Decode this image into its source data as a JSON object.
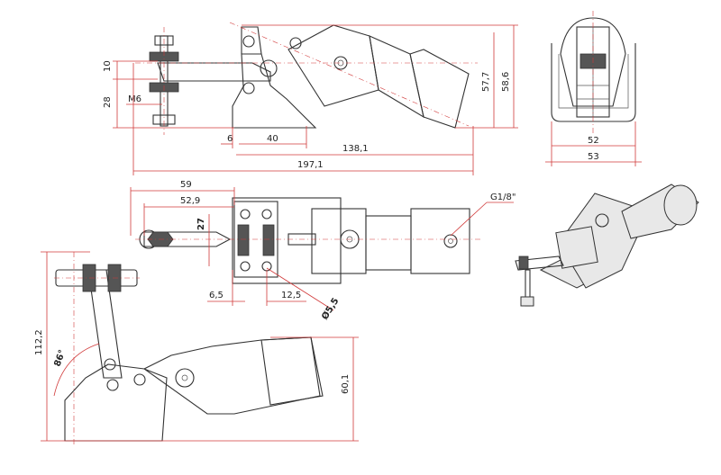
{
  "labels": {
    "d10": "10",
    "d28": "28",
    "m6": "M6",
    "d6": "6",
    "d40": "40",
    "d138": "138,1",
    "d197": "197,1",
    "d57": "57,7",
    "d58": "58,6",
    "d52": "52",
    "d53": "53",
    "d59": "59",
    "d529": "52,9",
    "d27": "27",
    "g18": "G1/8\"",
    "d65": "6,5",
    "d125": "12,5",
    "d55": "Ø5,5",
    "d112": "112,2",
    "d86": "86°",
    "d601": "60,1"
  }
}
